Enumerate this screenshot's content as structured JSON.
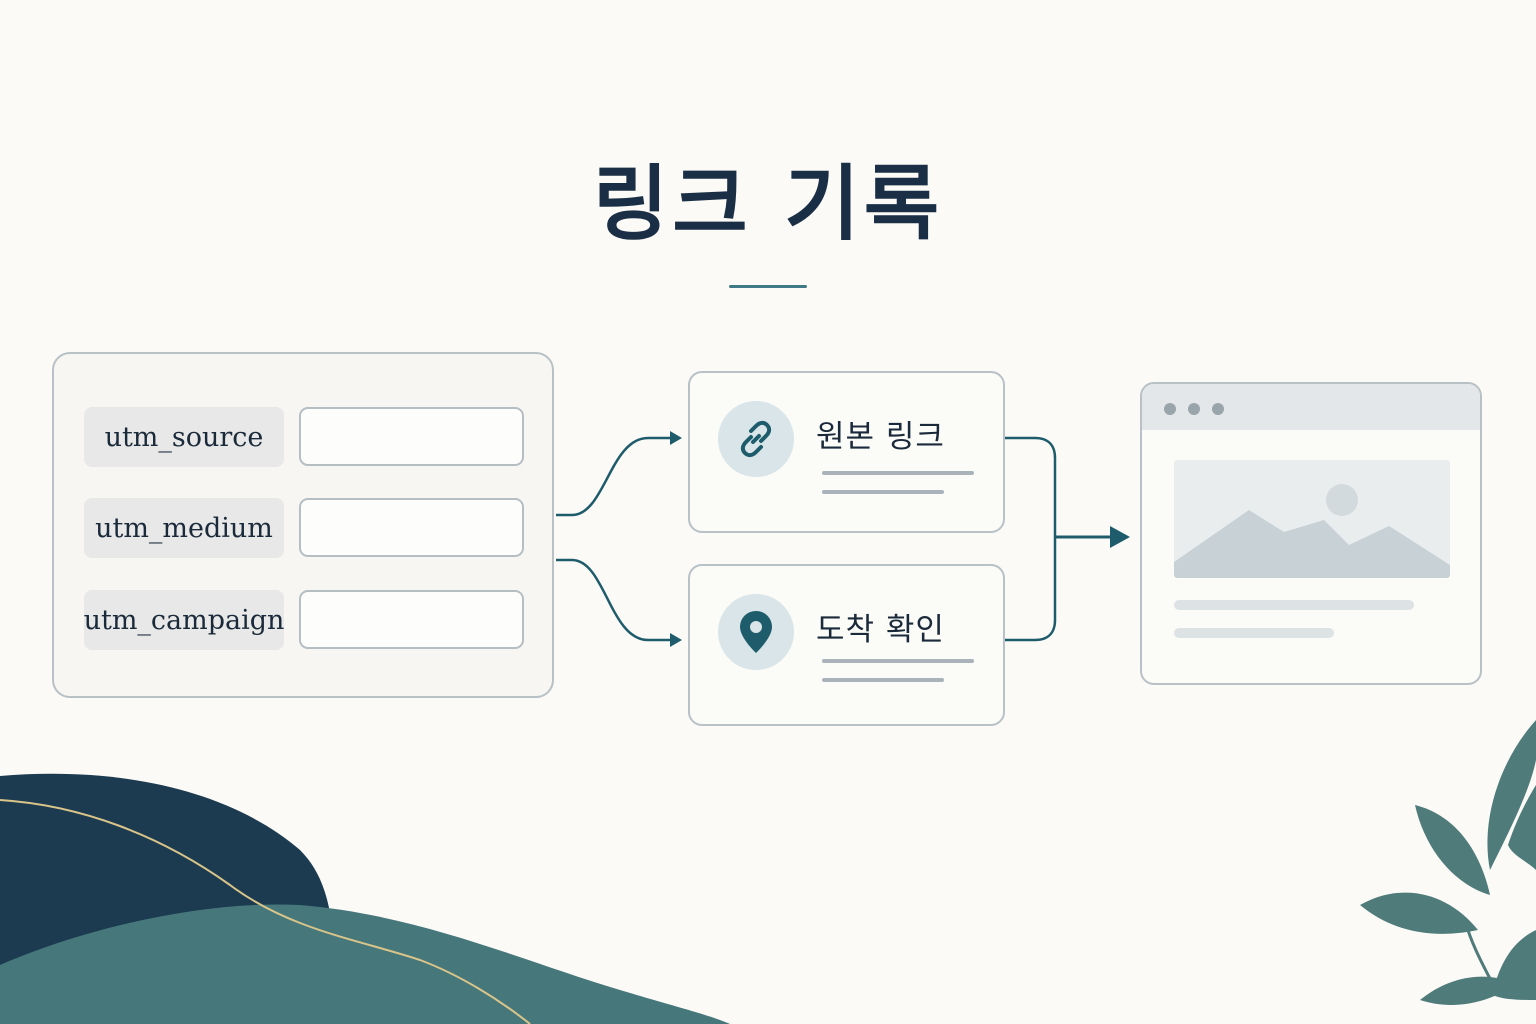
{
  "title": "링크 기록",
  "params": [
    {
      "label": "utm_source",
      "value": ""
    },
    {
      "label": "utm_medium",
      "value": ""
    },
    {
      "label": "utm_campaign",
      "value": ""
    }
  ],
  "steps": [
    {
      "label": "원본 링크",
      "icon": "link-icon"
    },
    {
      "label": "도착 확인",
      "icon": "location-pin-icon"
    }
  ],
  "browser": {
    "icon": "image-placeholder-icon"
  },
  "colors": {
    "background": "#fbfaf6",
    "title": "#1a2f45",
    "accent": "#1f5c6b",
    "wave_dark": "#1c3b50",
    "wave_teal": "#45777b",
    "leaf": "#4f7b7b"
  }
}
